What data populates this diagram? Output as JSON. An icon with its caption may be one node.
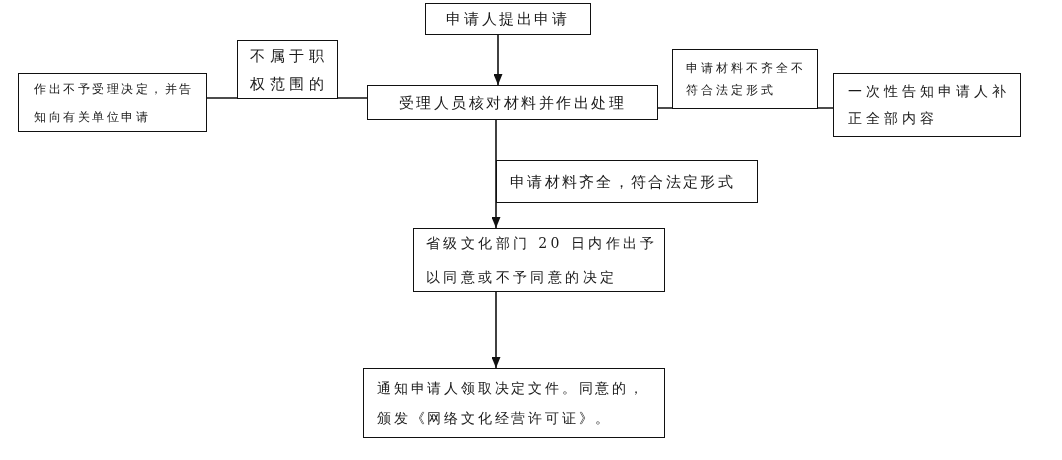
{
  "diagram": {
    "nodes": [
      {
        "text": [
          "申请人提出申请"
        ]
      },
      {
        "text": [
          "受理人员核对材料并作出处理"
        ]
      },
      {
        "text": [
          "作出不予受理决定，并告知向有关单位申请"
        ]
      },
      {
        "text": [
          "一次性告知申请人补正全部内容"
        ]
      },
      {
        "text": [
          "省级文化部门 20 日内作出予以同意或不予同意的决定"
        ]
      },
      {
        "text": [
          "通知申请人领取决定文件。同意的，颁发《网络文化经营许可证》。"
        ]
      }
    ],
    "edges": [
      {
        "from": 0,
        "to": 1,
        "arrow": "to"
      },
      {
        "from": 1,
        "to": 2,
        "arrow": "none",
        "label": "不属于职权范围的"
      },
      {
        "from": 1,
        "to": 3,
        "arrow": "none",
        "label": "申请材料不齐全不符合法定形式"
      },
      {
        "from": 1,
        "to": 4,
        "arrow": "to",
        "label": "申请材料齐全，符合法定形式"
      },
      {
        "from": 4,
        "to": 5,
        "arrow": "to"
      }
    ]
  }
}
